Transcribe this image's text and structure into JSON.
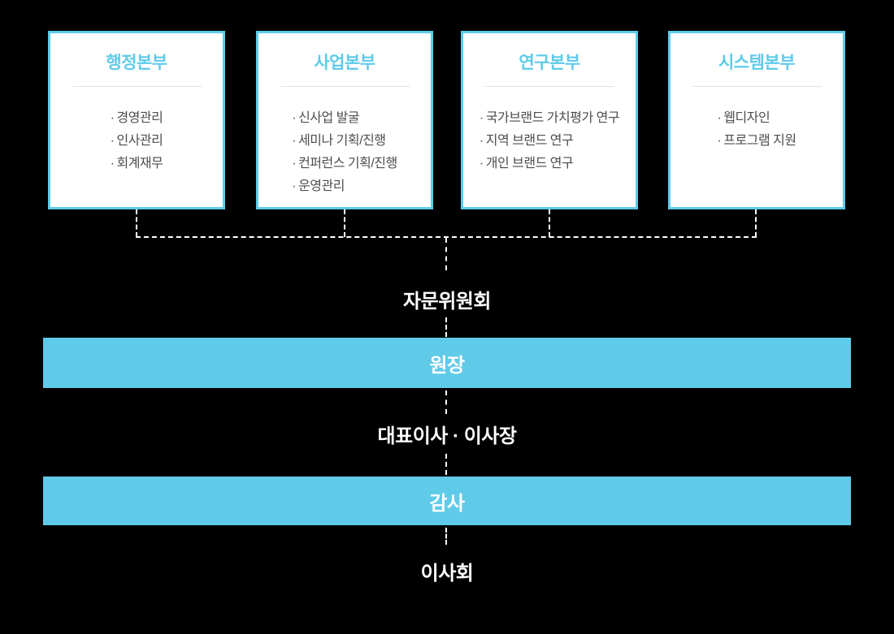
{
  "colors": {
    "bg": "#000000",
    "accent": "#5fcbe9",
    "boxbg": "#ffffff",
    "itemtext": "#4d4d4d",
    "divider": "#e3e3e3",
    "line": "#ffffff",
    "labeltext": "#ffffff"
  },
  "bullet": "·",
  "departments": [
    {
      "title": "행정본부",
      "items": [
        "경영관리",
        "인사관리",
        "회계재무"
      ]
    },
    {
      "title": "사업본부",
      "items": [
        "신사업 발굴",
        "세미나 기획/진행",
        "컨퍼런스 기획/진행",
        "운영관리"
      ]
    },
    {
      "title": "연구본부",
      "items": [
        "국가브랜드 가치평가 연구",
        "지역 브랜드 연구",
        "개인 브랜드 연구"
      ]
    },
    {
      "title": "시스템본부",
      "items": [
        "웹디자인",
        "프로그램 지원"
      ]
    }
  ],
  "hierarchy": {
    "advisory": "자문위원회",
    "director": "원장",
    "ceo_chairman": "대표이사 · 이사장",
    "auditor": "감사",
    "board": "이사회"
  }
}
